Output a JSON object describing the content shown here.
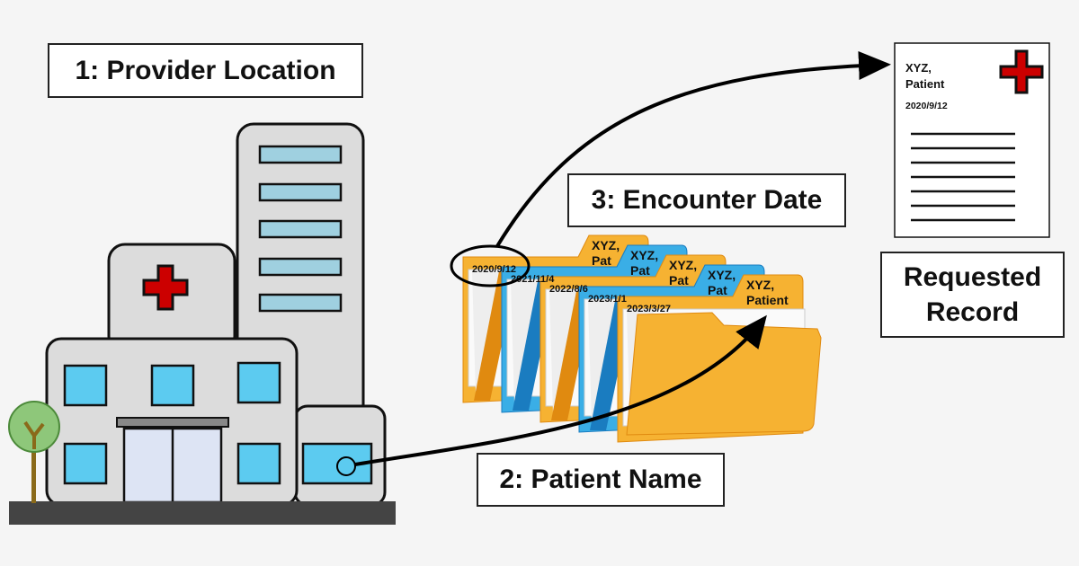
{
  "labels": {
    "provider_location": "1: Provider Location",
    "encounter_date": "3: Encounter Date",
    "patient_name": "2: Patient Name",
    "requested_record_line1": "Requested",
    "requested_record_line2": "Record"
  },
  "folders": [
    {
      "date": "2020/9/12",
      "name_line1": "XYZ,",
      "name_line2": "Pat",
      "color": "orange"
    },
    {
      "date": "2021/11/4",
      "name_line1": "XYZ,",
      "name_line2": "Pat",
      "color": "blue"
    },
    {
      "date": "2022/8/6",
      "name_line1": "XYZ,",
      "name_line2": "Pat",
      "color": "orange"
    },
    {
      "date": "2023/1/1",
      "name_line1": "XYZ,",
      "name_line2": "Pat",
      "color": "blue"
    },
    {
      "date": "2023/3/27",
      "name_line1": "XYZ,",
      "name_line2": "Patient",
      "color": "orange"
    }
  ],
  "record": {
    "name_line1": "XYZ,",
    "name_line2": "Patient",
    "date": "2020/9/12"
  },
  "colors": {
    "orange": "#f6b232",
    "blue": "#3aaee6",
    "cross": "#cc0000",
    "window": "#5ccbf0",
    "building": "#dcdcdc"
  }
}
